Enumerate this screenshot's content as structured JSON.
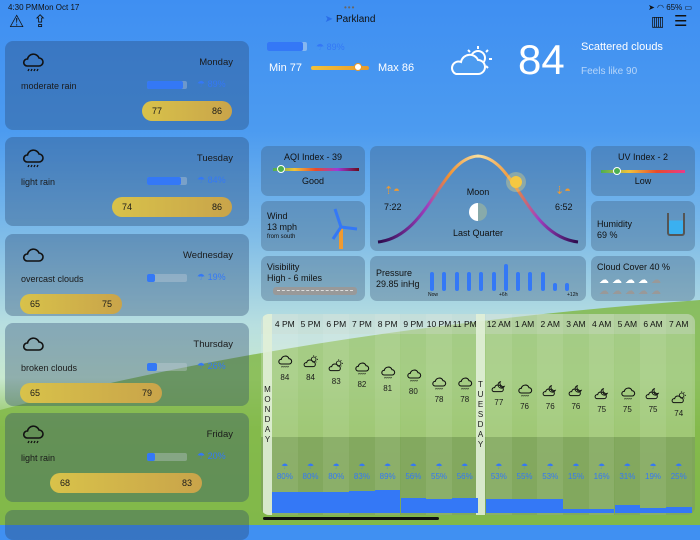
{
  "status": {
    "time": "4:30 PM",
    "date": "Mon Oct 17",
    "battery": "65%"
  },
  "header": {
    "location": "Parkland"
  },
  "current": {
    "temp": "84",
    "condition": "Scattered clouds",
    "feels_like": "Feels like 90",
    "precip": "89%",
    "precip_value": 0.89,
    "min": "Min 77",
    "max": "Max 86"
  },
  "daily": [
    {
      "day": "Monday",
      "desc": "moderate rain",
      "precip": "89%",
      "pv": 0.89,
      "lo": "77",
      "hi": "86",
      "icon": "rain"
    },
    {
      "day": "Tuesday",
      "desc": "light rain",
      "precip": "84%",
      "pv": 0.84,
      "lo": "74",
      "hi": "86",
      "icon": "rain"
    },
    {
      "day": "Wednesday",
      "desc": "overcast clouds",
      "precip": "19%",
      "pv": 0.19,
      "lo": "65",
      "hi": "75",
      "icon": "cloud"
    },
    {
      "day": "Thursday",
      "desc": "broken clouds",
      "precip": "26%",
      "pv": 0.26,
      "lo": "65",
      "hi": "79",
      "icon": "cloud"
    },
    {
      "day": "Friday",
      "desc": "light rain",
      "precip": "20%",
      "pv": 0.2,
      "lo": "68",
      "hi": "83",
      "icon": "rain"
    }
  ],
  "aqi": {
    "title": "AQI Index - 39",
    "level": "Good"
  },
  "uv": {
    "title": "UV Index - 2",
    "level": "Low"
  },
  "sun": {
    "sunrise": "7:22",
    "sunset": "6:52",
    "moon_label": "Moon",
    "moon_phase": "Last Quarter"
  },
  "wind": {
    "title": "Wind",
    "speed": "13 mph",
    "direction": "from south"
  },
  "humidity": {
    "title": "Humidity",
    "value": "69 %"
  },
  "visibility": {
    "title": "Visibility",
    "value": "High -  6 miles"
  },
  "pressure": {
    "title": "Pressure",
    "value": "29.85 inHg",
    "ticks": [
      "Now",
      "+6h",
      "+12h"
    ]
  },
  "cloud_cover": {
    "title": "Cloud Cover 40 %"
  },
  "hourly": {
    "day1": "MONDAY",
    "day2": "TUESDAY",
    "hours1": [
      {
        "h": "4 PM",
        "t": "84",
        "p": "80%",
        "i": "rain"
      },
      {
        "h": "5 PM",
        "t": "84",
        "p": "80%",
        "i": "psun"
      },
      {
        "h": "6 PM",
        "t": "83",
        "p": "80%",
        "i": "psun"
      },
      {
        "h": "7 PM",
        "t": "82",
        "p": "83%",
        "i": "rain"
      },
      {
        "h": "8 PM",
        "t": "81",
        "p": "89%",
        "i": "rain"
      },
      {
        "h": "9 PM",
        "t": "80",
        "p": "56%",
        "i": "rain"
      },
      {
        "h": "10 PM",
        "t": "78",
        "p": "55%",
        "i": "rain"
      },
      {
        "h": "11 PM",
        "t": "78",
        "p": "56%",
        "i": "rain"
      }
    ],
    "hours2": [
      {
        "h": "12 AM",
        "t": "77",
        "p": "53%",
        "i": "pmoon"
      },
      {
        "h": "1 AM",
        "t": "76",
        "p": "55%",
        "i": "rain"
      },
      {
        "h": "2 AM",
        "t": "76",
        "p": "53%",
        "i": "pmoon"
      },
      {
        "h": "3 AM",
        "t": "76",
        "p": "15%",
        "i": "pmoon"
      },
      {
        "h": "4 AM",
        "t": "75",
        "p": "16%",
        "i": "pmoon"
      },
      {
        "h": "5 AM",
        "t": "75",
        "p": "31%",
        "i": "rain"
      },
      {
        "h": "6 AM",
        "t": "75",
        "p": "19%",
        "i": "pmoon"
      },
      {
        "h": "7 AM",
        "t": "74",
        "p": "25%",
        "i": "psun"
      }
    ]
  }
}
